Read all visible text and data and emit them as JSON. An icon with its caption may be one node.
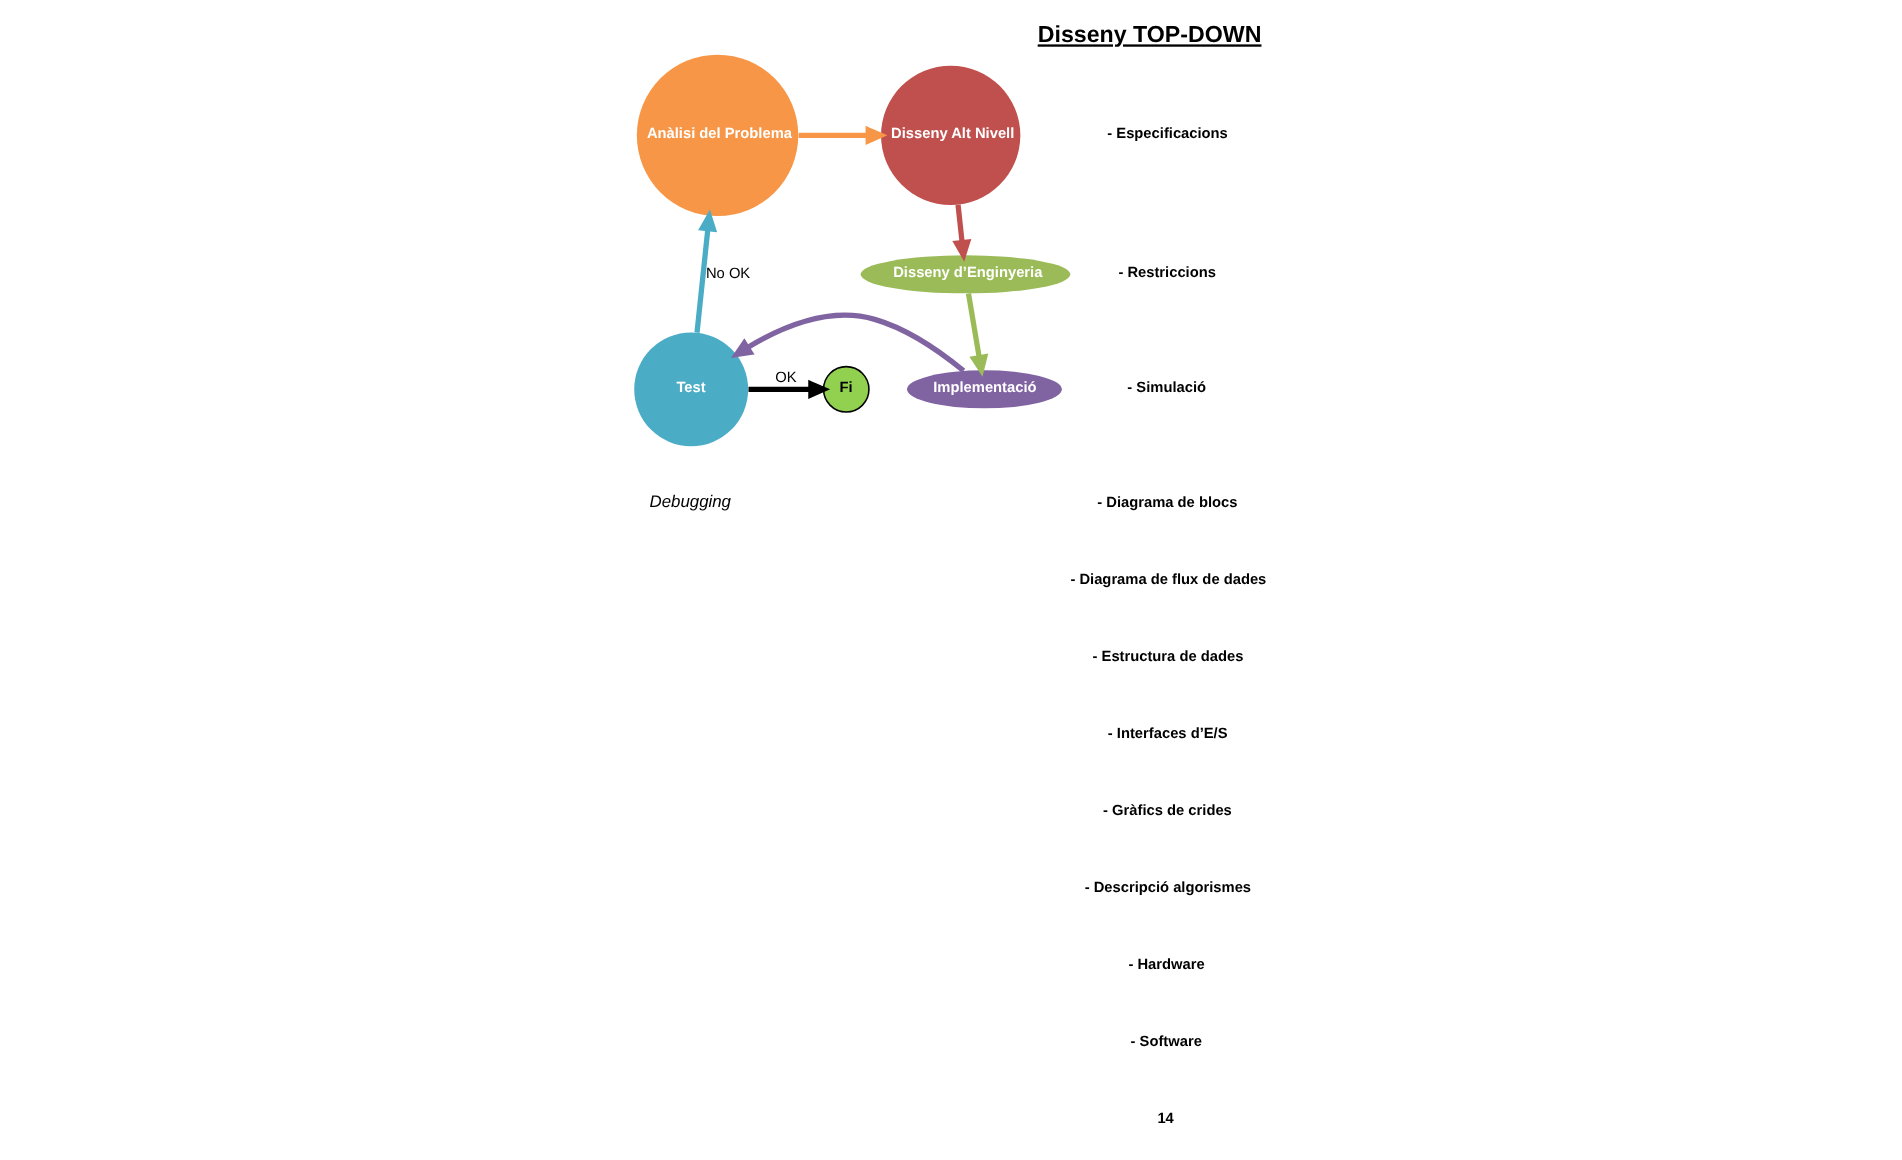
{
  "diagram": {
    "title": "Disseny TOP-DOWN",
    "nodes": [
      {
        "text": [
          "Anàlisi del Problema"
        ]
      },
      {
        "text": [
          "Disseny Alt Nivell"
        ]
      },
      {
        "text": [
          "Disseny d’Enginyeria"
        ]
      },
      {
        "text": [
          "Implementació"
        ]
      },
      {
        "text": [
          "Test"
        ],
        "beside": [
          "Debugging"
        ]
      },
      {
        "text": [
          "Fi"
        ]
      }
    ],
    "edges": [
      {
        "from": 0,
        "to": 1,
        "arrow": "to",
        "color": "#f79646"
      },
      {
        "from": 1,
        "to": 2,
        "arrow": "to",
        "color": "#c0504d"
      },
      {
        "from": 2,
        "to": 3,
        "arrow": "to",
        "color": "#9bbb59"
      },
      {
        "from": 3,
        "to": 4,
        "arrow": "to",
        "color": "#8064a2"
      },
      {
        "from": 4,
        "to": 0,
        "arrow": "to",
        "label": "No OK",
        "color": "#4bacc6"
      },
      {
        "from": 4,
        "to": 5,
        "arrow": "to",
        "label": "OK",
        "color": "#000000"
      }
    ],
    "labels": [
      "- Especificacions",
      "- Restriccions",
      "- Simulació",
      "- Diagrama de blocs",
      "- Diagrama de flux de dades",
      "- Estructura de dades",
      "- Interfaces d’E/S",
      "- Gràfics de crides",
      "- Descripció algorismes",
      "- Hardware",
      "- Software",
      "14"
    ]
  }
}
